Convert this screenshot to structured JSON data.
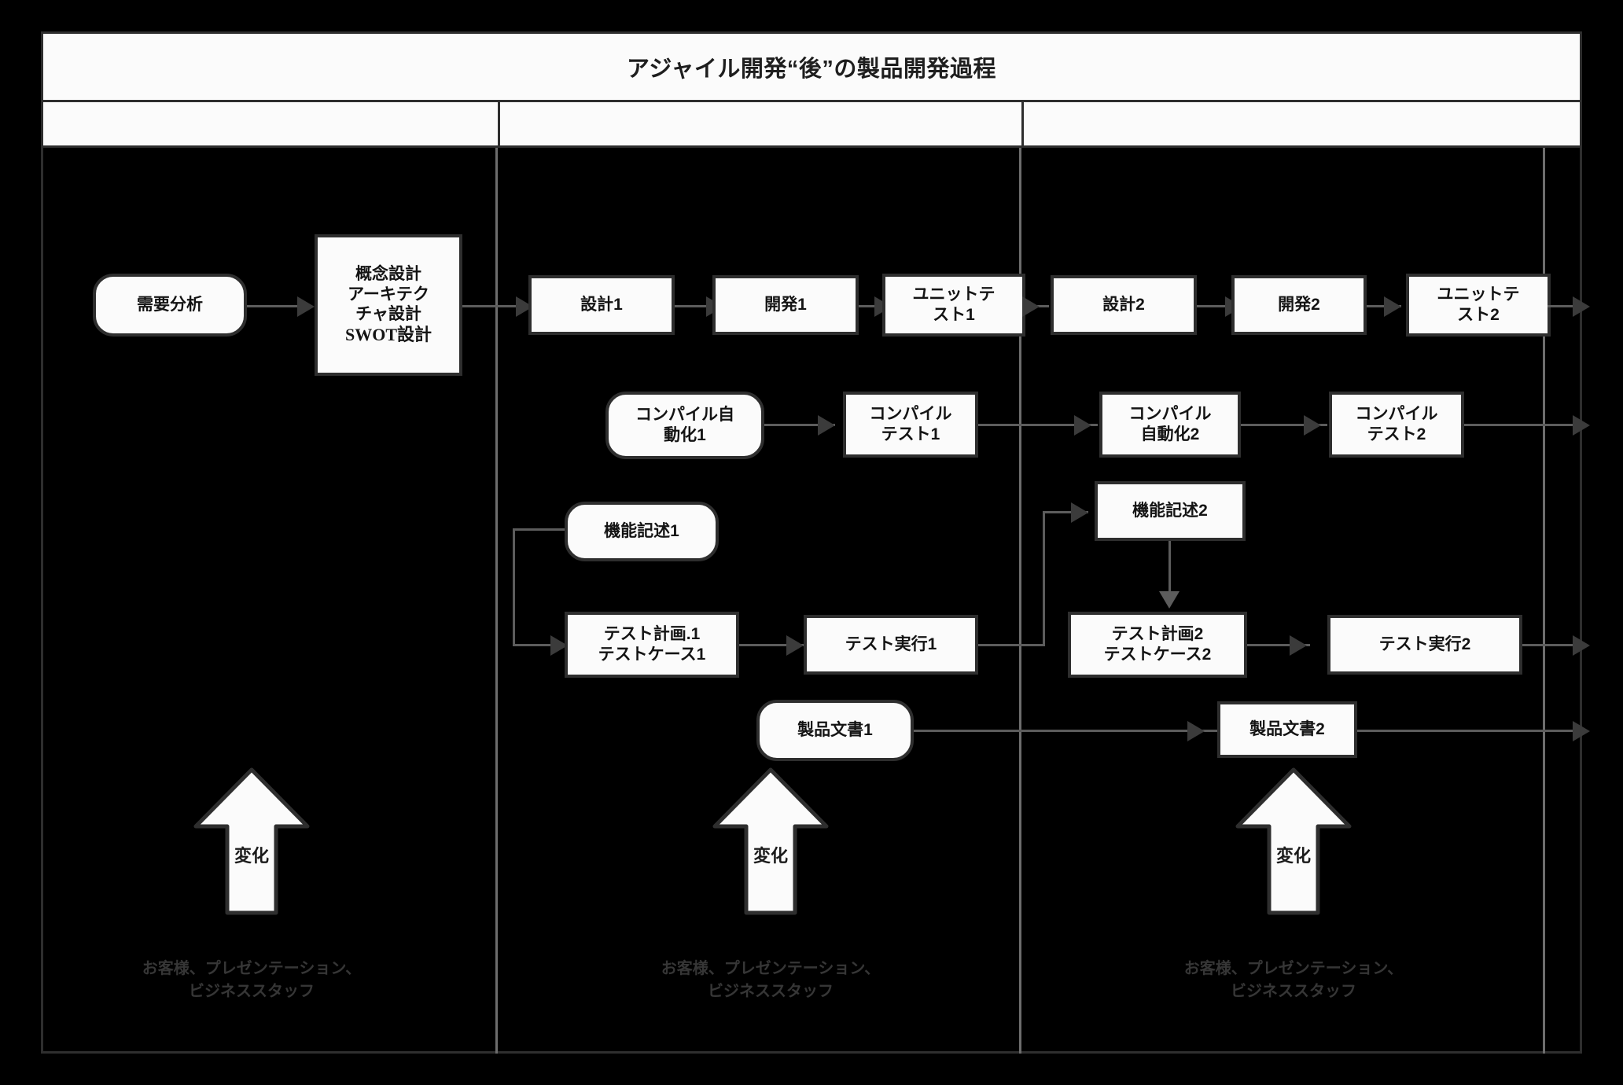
{
  "diagram": {
    "title": "アジャイル開発“後”の製品開発過程",
    "columns": [
      {
        "id": "col1",
        "footnote_line1": "お客様、プレゼンテーション、",
        "footnote_line2": "ビジネススタッフ",
        "change_label": "変化"
      },
      {
        "id": "col2",
        "footnote_line1": "お客様、プレゼンテーション、",
        "footnote_line2": "ビジネススタッフ",
        "change_label": "変化"
      },
      {
        "id": "col3",
        "footnote_line1": "お客様、プレゼンテーション、",
        "footnote_line2": "ビジネススタッフ",
        "change_label": "変化"
      }
    ],
    "nodes": {
      "requirements": {
        "label": "需要分析",
        "shape": "rounded"
      },
      "concept_design": {
        "line1": "概念設計",
        "line2": "アーキテク",
        "line3": "チャ設計",
        "line4": "SWOT設計",
        "shape": "rect"
      },
      "design1": {
        "label": "設計1",
        "shape": "rect"
      },
      "develop1": {
        "label": "開発1",
        "shape": "rect"
      },
      "unittest1_l1": "ユニットテ",
      "unittest1_l2": "スト1",
      "design2": {
        "label": "設計2",
        "shape": "rect"
      },
      "develop2": {
        "label": "開発2",
        "shape": "rect"
      },
      "unittest2_l1": "ユニットテ",
      "unittest2_l2": "スト2",
      "compile_auto1_l1": "コンパイル自",
      "compile_auto1_l2": "動化1",
      "compile_test1_l1": "コンパイル",
      "compile_test1_l2": "テスト1",
      "compile_auto2_l1": "コンパイル",
      "compile_auto2_l2": "自動化2",
      "compile_test2_l1": "コンパイル",
      "compile_test2_l2": "テスト2",
      "feature_desc1": {
        "label": "機能記述1",
        "shape": "rounded"
      },
      "feature_desc2": {
        "label": "機能記述2",
        "shape": "rect"
      },
      "testplan1_l1": "テスト計画.1",
      "testplan1_l2": "テストケース1",
      "testexec1": {
        "label": "テスト実行1",
        "shape": "rect"
      },
      "testplan2_l1": "テスト計画2",
      "testplan2_l2": "テストケース2",
      "testexec2": {
        "label": "テスト実行2",
        "shape": "rect"
      },
      "product_doc1": {
        "label": "製品文書1",
        "shape": "rounded"
      },
      "product_doc2": {
        "label": "製品文書2",
        "shape": "rect"
      }
    },
    "colors": {
      "background": "#000000",
      "node_fill": "#fbfbfb",
      "node_border": "#2e2e2e",
      "connector": "#5c5c5c",
      "footnote_text": "#363636",
      "title_text": "#1e1e1e"
    }
  }
}
